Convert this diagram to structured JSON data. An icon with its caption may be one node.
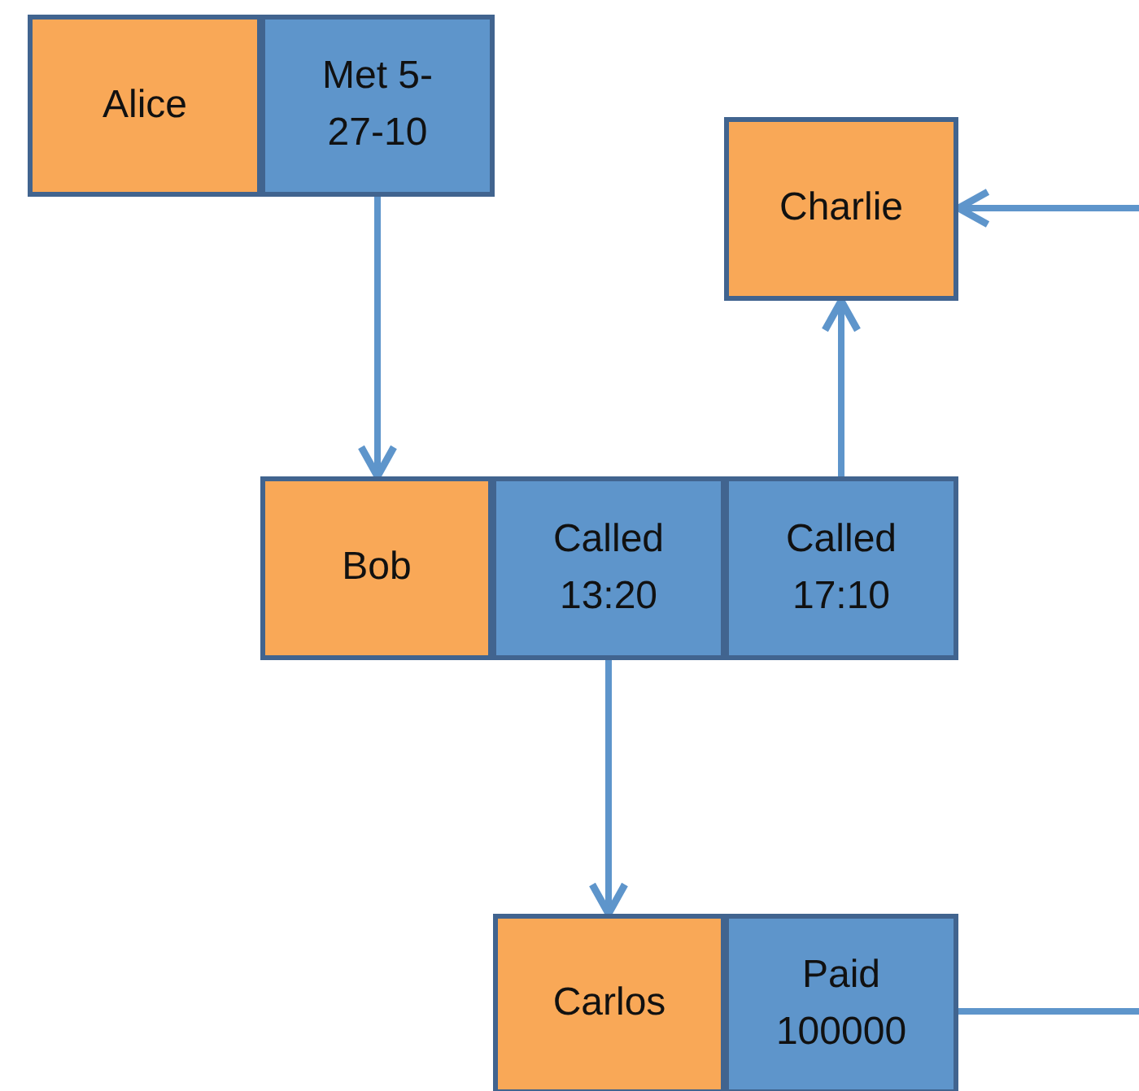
{
  "diagram": {
    "nodes": [
      {
        "text": [
          "Alice"
        ]
      },
      {
        "text": [
          "Met 5-27-10"
        ]
      },
      {
        "text": [
          "Charlie"
        ]
      },
      {
        "text": [
          "Bob"
        ]
      },
      {
        "text": [
          "Called 13:20"
        ]
      },
      {
        "text": [
          "Called 17:10"
        ]
      },
      {
        "text": [
          "Carlos"
        ]
      },
      {
        "text": [
          "Paid 100000"
        ]
      }
    ],
    "edges": [
      {
        "from": 1,
        "to": 3,
        "arrow": "to"
      },
      {
        "from": 5,
        "to": 2,
        "arrow": "to"
      },
      {
        "from": null,
        "to": 2,
        "arrow": "to"
      },
      {
        "from": 4,
        "to": 6,
        "arrow": "to"
      },
      {
        "from": 7,
        "to": null,
        "arrow": "none"
      }
    ]
  }
}
